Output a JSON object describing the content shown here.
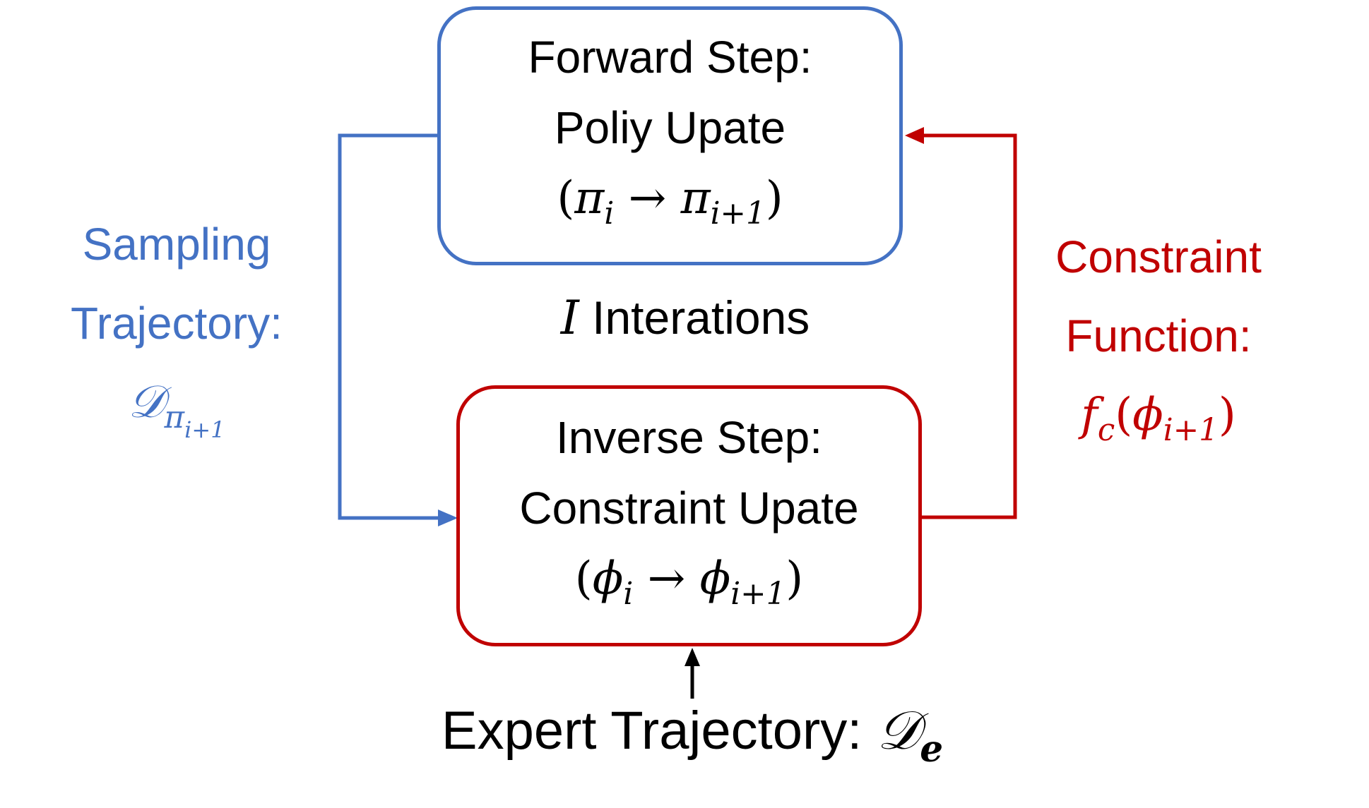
{
  "forward_box": {
    "title": "Forward Step:",
    "subtitle": "Poliy Upate",
    "formula": {
      "open": "(",
      "from_symbol": "π",
      "from_sub": "i",
      "arrow": "→",
      "to_symbol": "π",
      "to_sub": "i+1",
      "close": ")"
    }
  },
  "inverse_box": {
    "title": "Inverse Step:",
    "subtitle": "Constraint Upate",
    "formula": {
      "open": "(",
      "from_symbol": "ϕ",
      "from_sub": "i",
      "arrow": "→",
      "to_symbol": "ϕ",
      "to_sub": "i+1",
      "close": ")"
    }
  },
  "left_label": {
    "line1": "Sampling",
    "line2": "Trajectory:",
    "symbol": "𝒟",
    "sub_symbol": "π",
    "sub_sub": "i+1"
  },
  "right_label": {
    "line1": "Constraint",
    "line2": "Function:",
    "func": "f",
    "func_sub": "c",
    "open": "(",
    "arg_symbol": "ϕ",
    "arg_sub": "i+1",
    "close": ")"
  },
  "center_label": {
    "symbol": "I",
    "text": " Interations"
  },
  "bottom_label": {
    "text": "Expert Trajectory: ",
    "symbol": "𝒟",
    "sub": "e"
  },
  "colors": {
    "blue": "#4472C4",
    "red": "#C00000",
    "black": "#000000"
  }
}
